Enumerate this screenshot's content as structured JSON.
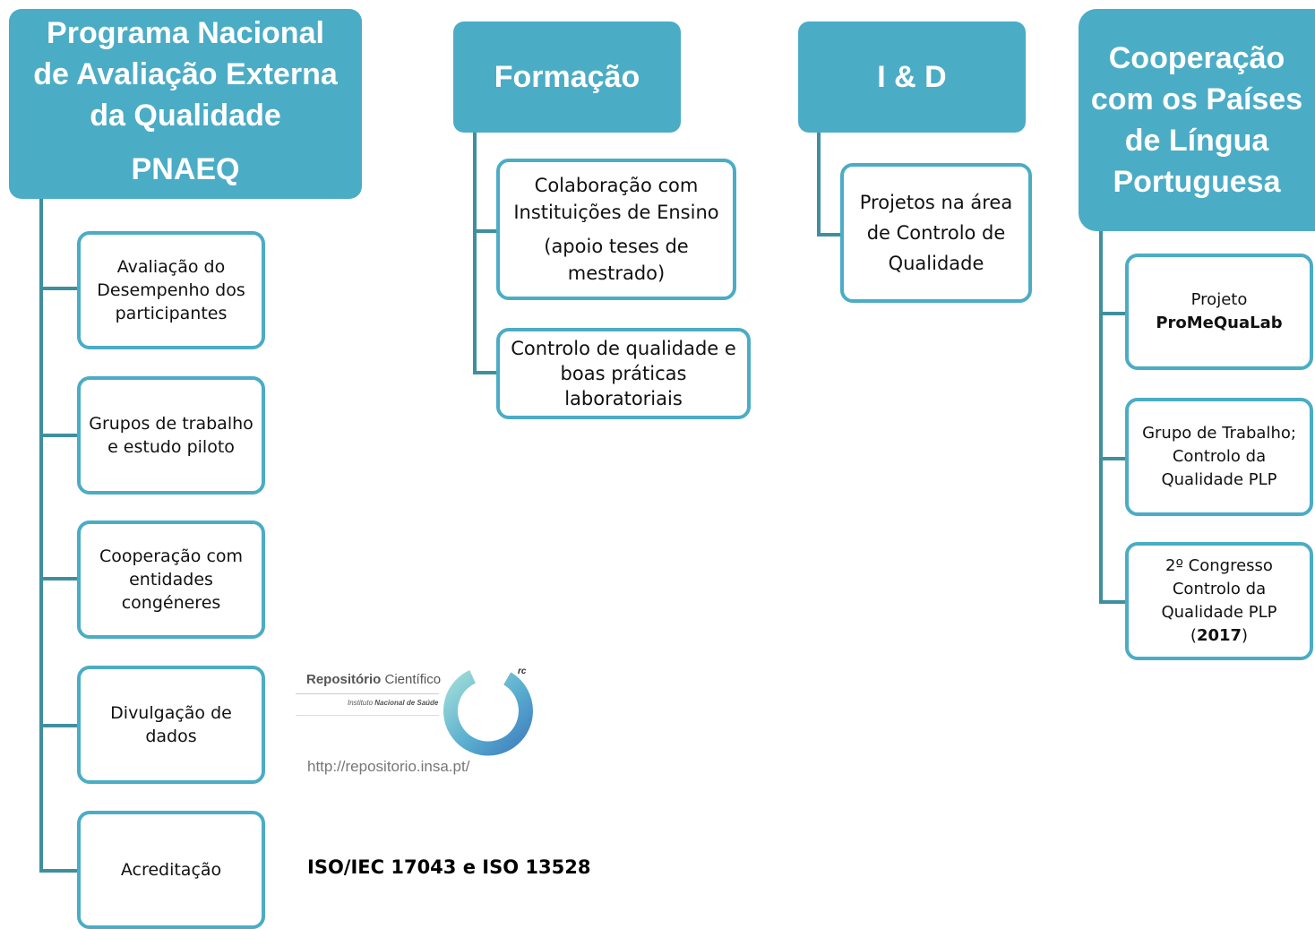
{
  "columns": {
    "pnaeq": {
      "title_lines": [
        "Programa  Nacional",
        "de Avaliação Externa",
        "da Qualidade"
      ],
      "acronym": "PNAEQ",
      "items": [
        {
          "lines": [
            "Avaliação do",
            "Desempenho dos",
            "participantes"
          ]
        },
        {
          "lines": [
            "Grupos de trabalho",
            "e estudo piloto"
          ]
        },
        {
          "lines": [
            "Cooperação com",
            "entidades",
            "congéneres"
          ]
        },
        {
          "lines": [
            "Divulgação de",
            "dados"
          ]
        },
        {
          "lines": [
            "Acreditação"
          ]
        }
      ]
    },
    "formacao": {
      "title": "Formação",
      "items": [
        {
          "lines": [
            "Colaboração com",
            "Instituições de Ensino",
            "(apoio teses de",
            "mestrado)"
          ]
        },
        {
          "lines": [
            "Controlo de qualidade e",
            "boas práticas",
            "laboratoriais"
          ]
        }
      ]
    },
    "id": {
      "title": "I & D",
      "items": [
        {
          "lines": [
            "Projetos na área",
            "de Controlo de",
            "Qualidade"
          ]
        }
      ]
    },
    "cplp": {
      "title_lines": [
        "Cooperação",
        "com os Países",
        "de Língua",
        "Portuguesa"
      ],
      "items": [
        {
          "prefix": "Projeto",
          "bold": "ProMeQuaLab"
        },
        {
          "lines": [
            "Grupo de Trabalho;",
            "Controlo da",
            "Qualidade PLP"
          ]
        },
        {
          "lines": [
            "2º Congresso",
            "Controlo da",
            "Qualidade PLP"
          ],
          "year_open": "(",
          "year": "2017",
          "year_close": ")"
        }
      ]
    }
  },
  "repository": {
    "name_bold": "Repositório",
    "name_rest": "Científico",
    "institute_prefix": "Instituto ",
    "institute_bold": "Nacional de Saúde",
    "badge": "rc",
    "url": "http://repositorio.insa.pt/"
  },
  "accreditation_note": "ISO/IEC 17043 e ISO 13528",
  "colors": {
    "header": "#4bacc6",
    "connector": "#3f8f9f",
    "logo_blue": "#4a86c5",
    "logo_teal": "#7fcfd2"
  }
}
